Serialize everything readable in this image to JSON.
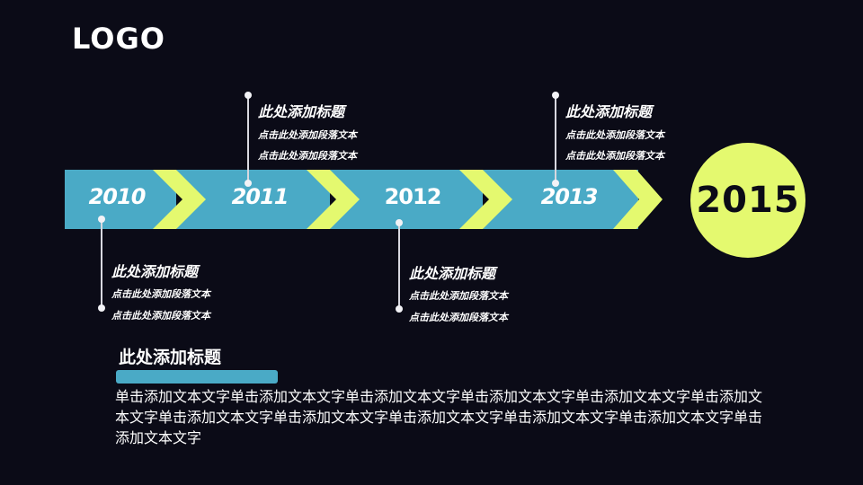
{
  "logo": "LOGO",
  "colors": {
    "background": "#0b0b17",
    "band": "#4aaac6",
    "accent": "#e4f96f",
    "text": "#ffffff"
  },
  "timeline": {
    "years": [
      "2010",
      "2011",
      "2012",
      "2013"
    ],
    "final_year": "2015"
  },
  "callouts": [
    {
      "year": "2010",
      "title": "此处添加标题",
      "lines": [
        "点击此处添加段落文本",
        "点击此处添加段落文本"
      ],
      "position": "below"
    },
    {
      "year": "2011",
      "title": "此处添加标题",
      "lines": [
        "点击此处添加段落文本",
        "点击此处添加段落文本"
      ],
      "position": "above"
    },
    {
      "year": "2012",
      "title": "此处添加标题",
      "lines": [
        "点击此处添加段落文本",
        "点击此处添加段落文本"
      ],
      "position": "below"
    },
    {
      "year": "2013",
      "title": "此处添加标题",
      "lines": [
        "点击此处添加段落文本",
        "点击此处添加段落文本"
      ],
      "position": "above"
    }
  ],
  "section": {
    "title": "此处添加标题",
    "body": "单击添加文本文字单击添加文本文字单击添加文本文字单击添加文本文字单击添加文本文字单击添加文本文字单击添加文本文字单击添加文本文字单击添加文本文字单击添加文本文字单击添加文本文字单击添加文本文字"
  }
}
